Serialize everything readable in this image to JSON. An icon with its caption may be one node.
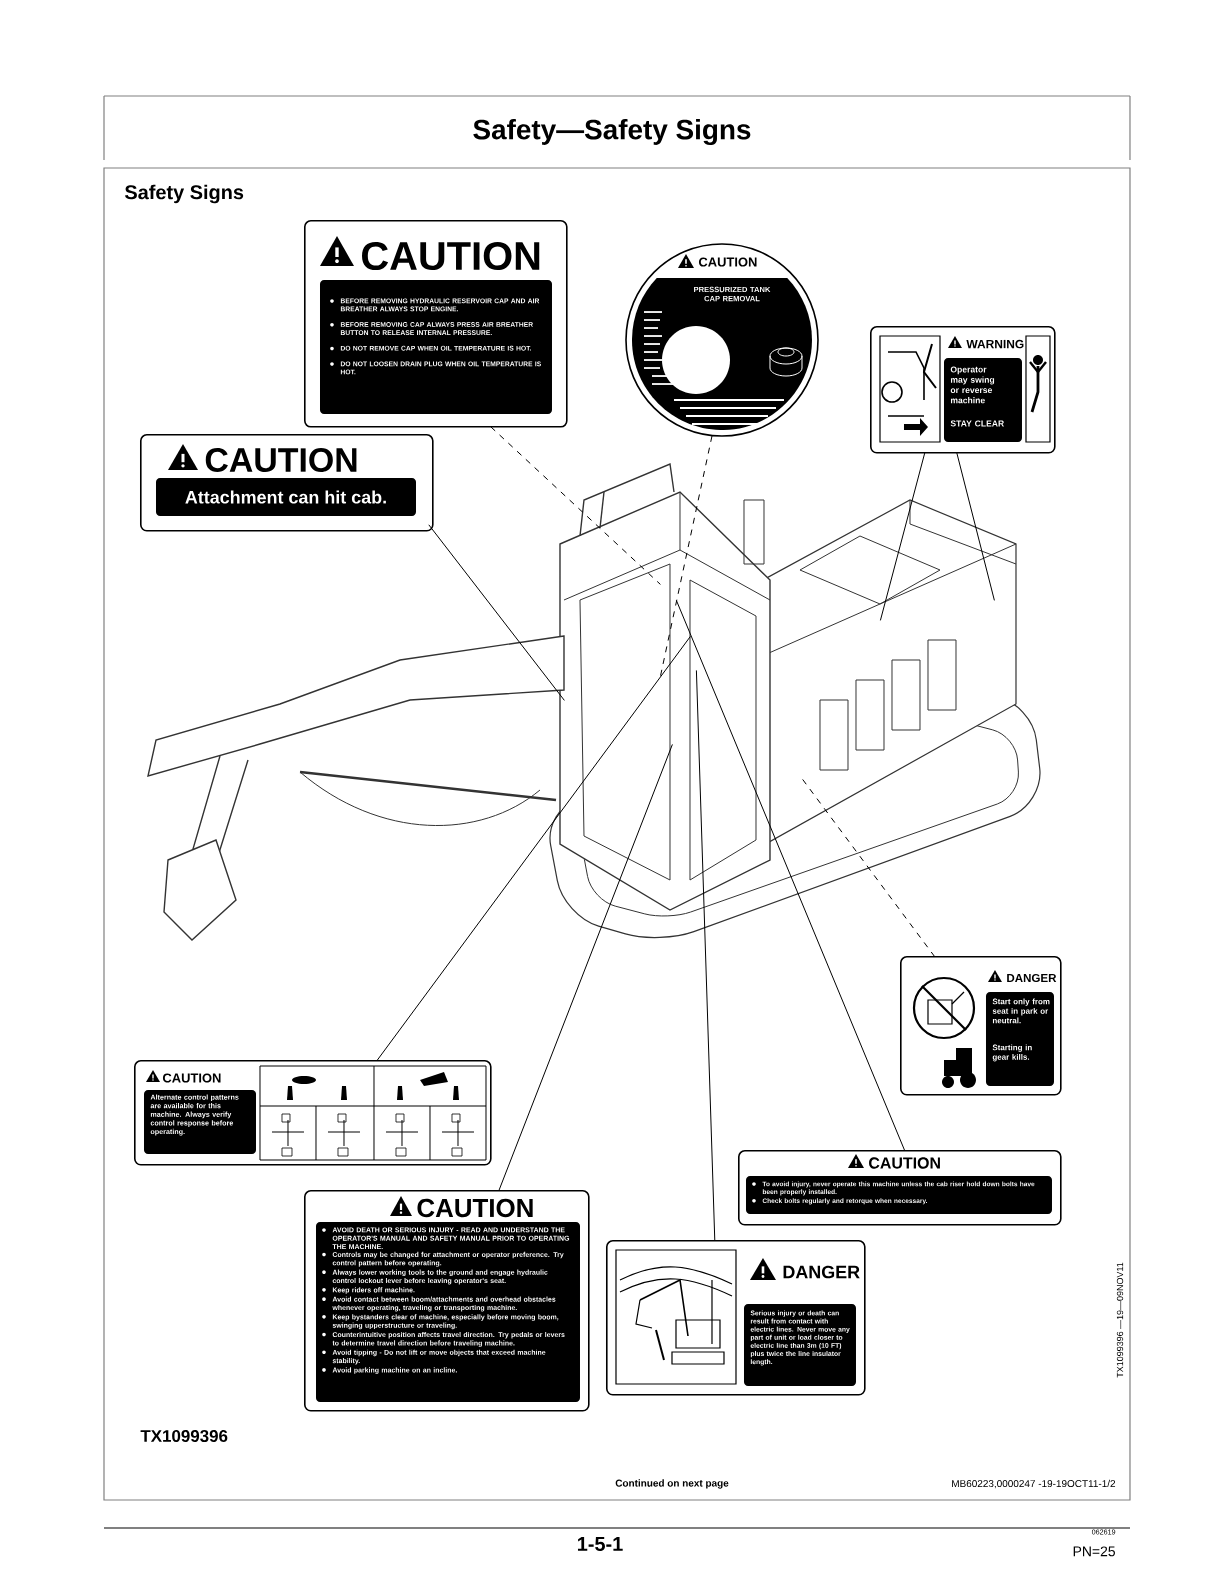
{
  "diagram": {
    "title": "Safety—Safety Signs",
    "nodes": [
      {
        "text": [
          "CAUTION",
          "BEFORE REMOVING HYDRAULIC RESERVOIR CAP AND AIR BREATHER ALWAYS STOP ENGINE.",
          "BEFORE REMOVING CAP ALWAYS PRESS AIR BREATHER BUTTON TO RELEASE INTERNAL PRESSURE.",
          "DO NOT REMOVE CAP WHEN OIL TEMPERATURE IS HOT.",
          "DO NOT LOOSEN DRAIN PLUG WHEN OIL TEMPERATURE IS HOT."
        ]
      },
      {
        "text": [
          "CAUTION",
          "PRESSURIZED TANK CAP REMOVAL"
        ]
      },
      {
        "text": [
          "WARNING",
          "Operator may swing or reverse machine",
          "STAY CLEAR"
        ]
      },
      {
        "text": [
          "CAUTION",
          "Attachment can hit cab."
        ]
      },
      {
        "text": [],
        "shape": "picture"
      },
      {
        "text": [
          "DANGER",
          "Start only from seat in park or neutral.",
          "Starting in gear kills."
        ]
      },
      {
        "text": [
          "CAUTION",
          "Alternate control patterns are available for this machine. Always verify control response before operating."
        ]
      },
      {
        "text": [
          "CAUTION",
          "To avoid injury, never operate this machine unless the cab riser hold down bolts have been properly installed.",
          "Check bolts regularly and retorque when necessary."
        ]
      },
      {
        "text": [
          "CAUTION",
          "AVOID DEATH OR SERIOUS INJURY - READ AND UNDERSTAND THE OPERATOR'S MANUAL AND SAFETY MANUAL PRIOR TO OPERATING THE MACHINE.",
          "Controls may be changed for attachment or operator preference. Try control pattern before operating.",
          "Always lower working tools to the ground and engage hydraulic control lockout lever before leaving operator's seat.",
          "Keep riders off machine.",
          "Avoid contact between boom/attachments and overhead obstacles whenever operating, traveling or transporting machine.",
          "Keep bystanders clear of machine, especially before moving boom, swinging upperstructure or traveling.",
          "Counterintuitive position affects travel direction. Try pedals or levers to determine travel direction before traveling machine.",
          "Avoid tipping - Do not lift or move objects that exceed machine stability.",
          "Avoid parking machine on an incline."
        ]
      },
      {
        "text": [
          "DANGER",
          "Serious injury or death can result from contact with electric lines. Never move any part of unit or load closer to electric line than 3m (10 FT) plus twice the line insulator length."
        ]
      }
    ],
    "edges": [
      {
        "from": 0,
        "to": 4,
        "arrow": "none",
        "style": "dashed"
      },
      {
        "from": 1,
        "to": 4,
        "arrow": "none",
        "style": "dashed"
      },
      {
        "from": 2,
        "to": 4,
        "arrow": "none"
      },
      {
        "from": 2,
        "to": 4,
        "arrow": "none"
      },
      {
        "from": 3,
        "to": 4,
        "arrow": "none"
      },
      {
        "from": 5,
        "to": 4,
        "arrow": "none",
        "style": "dashed"
      },
      {
        "from": 6,
        "to": 4,
        "arrow": "none"
      },
      {
        "from": 7,
        "to": 4,
        "arrow": "none"
      },
      {
        "from": 8,
        "to": 4,
        "arrow": "none"
      },
      {
        "from": 9,
        "to": 4,
        "arrow": "none"
      }
    ],
    "labels": [
      "Safety Signs",
      "TX1099396",
      "TX1099396 —19—09NOV11",
      "Continued on next page",
      "MB60223,0000247 -19-19OCT11-1/2",
      "1-5-1",
      "062619",
      "PN=25"
    ]
  }
}
